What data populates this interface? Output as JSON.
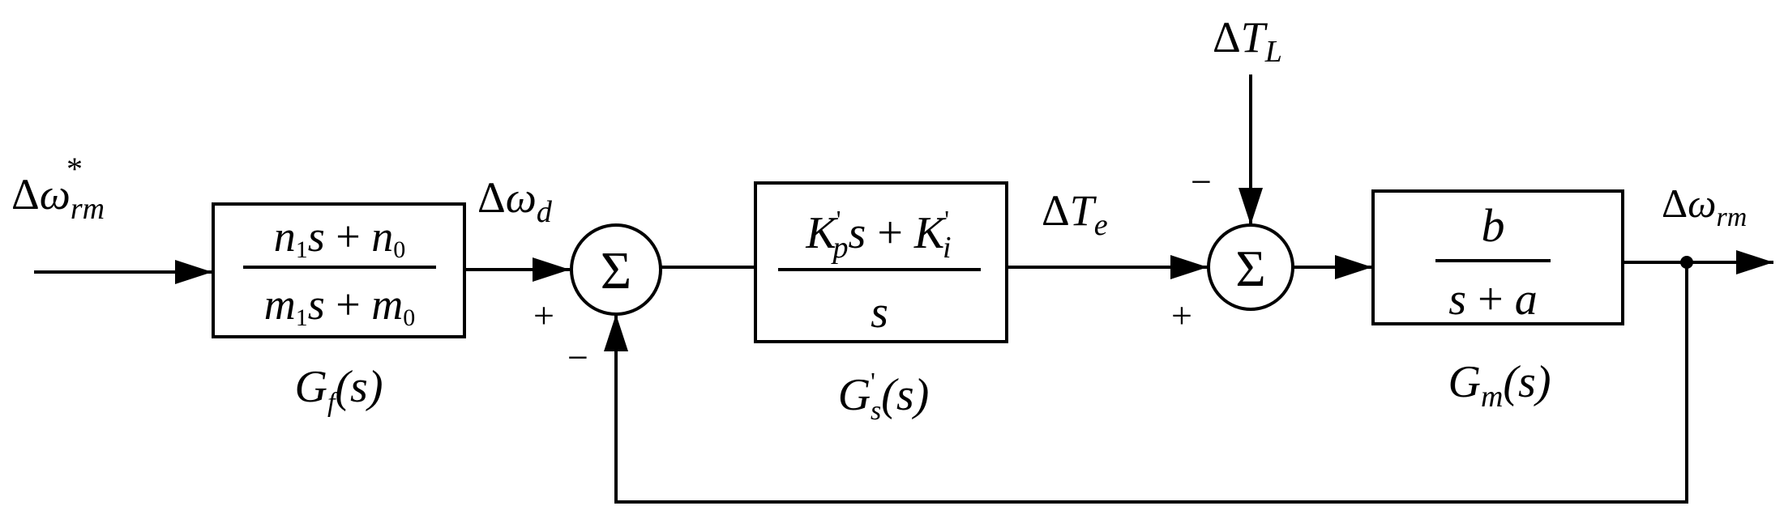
{
  "signals": {
    "reference": {
      "delta": "Δ",
      "sym": "ω",
      "sub": "rm",
      "sup": "*"
    },
    "filtered": {
      "delta": "Δ",
      "sym": "ω",
      "sub": "d"
    },
    "load_torque": {
      "delta": "Δ",
      "sym": "T",
      "sub": "L"
    },
    "electromagnetic_torque": {
      "delta": "Δ",
      "sym": "T",
      "sub": "e"
    },
    "speed_output": {
      "delta": "Δ",
      "sym": "ω",
      "sub": "rm"
    }
  },
  "blocks": {
    "prefilter": {
      "num": {
        "a": "n",
        "a_sub": "1",
        "b": "s",
        "op": " + ",
        "c": "n",
        "c_sub": "0"
      },
      "den": {
        "a": "m",
        "a_sub": "1",
        "b": "s",
        "op": " + ",
        "c": "m",
        "c_sub": "0"
      },
      "label": {
        "g": "G",
        "sub": "f",
        "arg": "(s)"
      }
    },
    "controller": {
      "num": {
        "a": "K",
        "a_sub": "p",
        "a_sup": "'",
        "b": "s",
        "op": " + ",
        "c": "K",
        "c_sub": "i",
        "c_sup": "'"
      },
      "den": {
        "v": "s"
      },
      "label": {
        "g": "G",
        "sub": "s",
        "sup": "'",
        "arg": "(s)"
      }
    },
    "motor": {
      "num": {
        "v": "b"
      },
      "den": {
        "a": "s",
        "op": " + ",
        "b": "a"
      },
      "label": {
        "g": "G",
        "sub": "m",
        "arg": "(s)"
      }
    }
  },
  "summers": {
    "sum1": {
      "symbol": "Σ",
      "plus": "+",
      "minus": "−"
    },
    "sum2": {
      "symbol": "Σ",
      "plus": "+",
      "minus": "−"
    }
  }
}
